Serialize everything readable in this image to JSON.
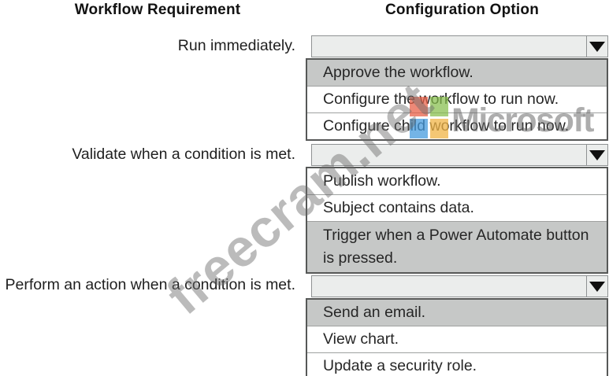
{
  "headers": {
    "left": "Workflow Requirement",
    "right": "Configuration Option"
  },
  "rows": [
    {
      "requirement": "Run immediately.",
      "dropdown": {
        "value": "",
        "state": "collapsed"
      },
      "options": [
        {
          "label": "Approve the workflow.",
          "highlighted": true
        },
        {
          "label": "Configure the workflow to run now.",
          "highlighted": false
        },
        {
          "label": "Configure child workflow to run now.",
          "highlighted": false
        }
      ]
    },
    {
      "requirement": "Validate when a condition is met.",
      "dropdown": {
        "value": "",
        "state": "collapsed"
      },
      "options": [
        {
          "label": "Publish workflow.",
          "highlighted": false
        },
        {
          "label": "Subject contains data.",
          "highlighted": false
        },
        {
          "label": "Trigger when a Power Automate button is pressed.",
          "highlighted": true
        }
      ]
    },
    {
      "requirement": "Perform an action when a condition is met.",
      "dropdown": {
        "value": "",
        "state": "collapsed"
      },
      "options": [
        {
          "label": "Send an email.",
          "highlighted": true
        },
        {
          "label": "View chart.",
          "highlighted": false
        },
        {
          "label": "Update a security role.",
          "highlighted": false
        }
      ]
    }
  ],
  "icons": {
    "dropdown_arrow": "triangle-down"
  },
  "colors": {
    "option_highlight": "#c6c8c7",
    "dropdown_fill": "#ebedec",
    "list_border": "#565857",
    "microsoft_red": "#f25022",
    "microsoft_green": "#7fba00",
    "microsoft_blue": "#00a4ef",
    "microsoft_yellow": "#ffb900"
  },
  "watermarks": {
    "site": "freecram.net",
    "brand": "Microsoft"
  }
}
